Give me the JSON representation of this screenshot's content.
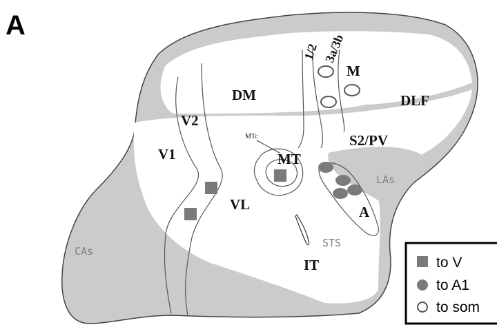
{
  "panel_label": "A",
  "areas": {
    "V1": "V1",
    "V2": "V2",
    "DM": "DM",
    "M": "M",
    "DLF": "DLF",
    "S2PV": "S2/PV",
    "MTc": "MTc",
    "MT": "MT",
    "VL": "VL",
    "A": "A",
    "IT": "IT",
    "CAs": "CAs",
    "LAs": "LAs",
    "STS": "STS",
    "area12": "1/2",
    "area3a3b": "3a/3b"
  },
  "legend": {
    "to_v": "to V",
    "to_a1": "to A1",
    "to_som": "to som"
  },
  "colors": {
    "gray_fill": "#cbcbcb",
    "marker_fill": "#7a7a7a",
    "outline": "#555555"
  }
}
